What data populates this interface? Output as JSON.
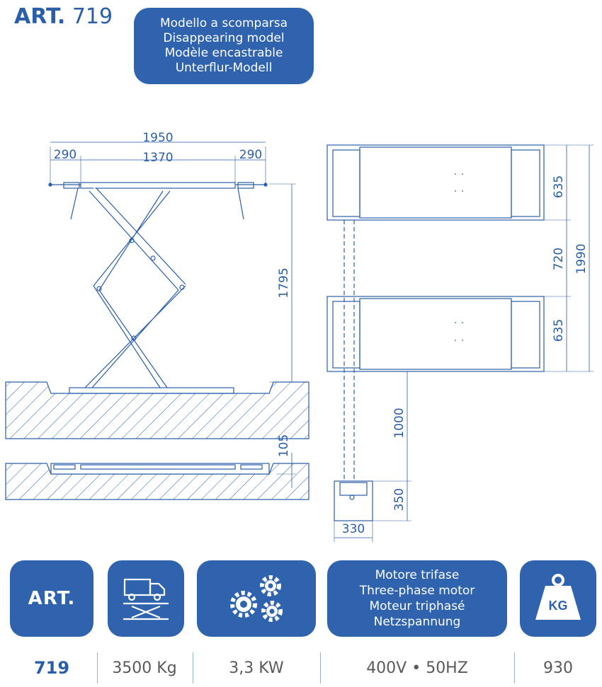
{
  "header": {
    "art_prefix": "ART.",
    "art_number": "719",
    "model_lines": [
      "Modello a scomparsa",
      "Disappearing model",
      "Modèle encastrable",
      "Unterflur-Modell"
    ]
  },
  "dimensions": {
    "overall_width": "1950",
    "side_left": "290",
    "center_width": "1370",
    "side_right": "290",
    "height_raised": "1795",
    "height_lowered": "105",
    "platform_width_1": "635",
    "gap_between": "720",
    "total_width": "1990",
    "platform_width_2": "635",
    "hose_length": "1000",
    "unit_height": "350",
    "unit_width": "330"
  },
  "tiles": {
    "art_label": "ART.",
    "capacity_icon": "truck-on-lift-icon",
    "power_icon": "gears-icon",
    "motor_lines": [
      "Motore trifase",
      "Three-phase motor",
      "Moteur triphasé",
      "Netzspannung"
    ],
    "weight_icon": "kg-weight-icon",
    "weight_icon_text": "KG"
  },
  "specs": {
    "art": "719",
    "capacity": "3500 Kg",
    "power": "3,3 KW",
    "voltage": "400V • 50HZ",
    "weight": "930"
  },
  "colors": {
    "primary": "#2f63ae",
    "line": "#2a5ea8"
  }
}
